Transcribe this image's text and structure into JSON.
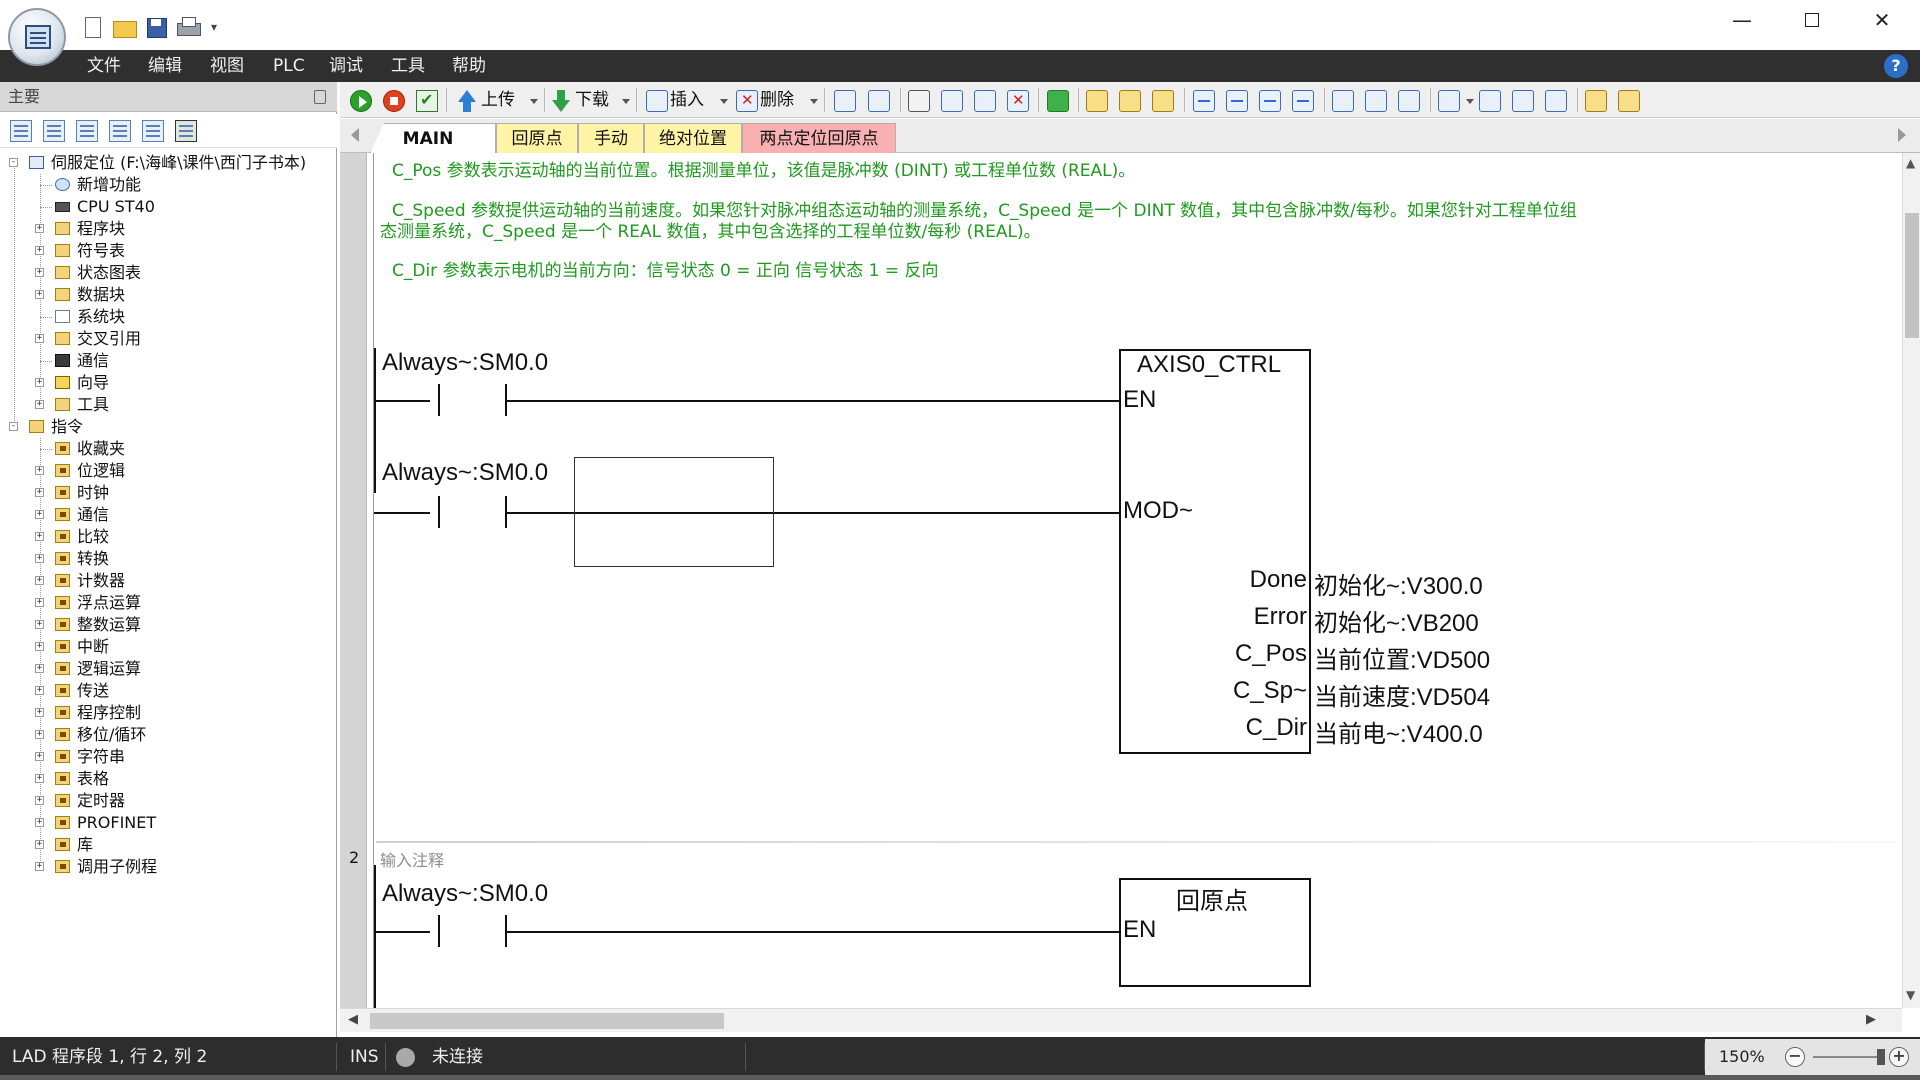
{
  "menu": [
    "文件",
    "编辑",
    "视图",
    "PLC",
    "调试",
    "工具",
    "帮助"
  ],
  "left_panel": {
    "title": "主要",
    "tree": [
      {
        "label": "伺服定位 (F:\\海峰\\课件\\西门子书本)",
        "icon": "project-icon"
      },
      {
        "label": "新增功能",
        "icon": "new-feature-icon"
      },
      {
        "label": "CPU ST40",
        "icon": "cpu-icon"
      },
      {
        "label": "程序块",
        "icon": "folder-icon"
      },
      {
        "label": "符号表",
        "icon": "folder-icon"
      },
      {
        "label": "状态图表",
        "icon": "folder-icon"
      },
      {
        "label": "数据块",
        "icon": "folder-icon"
      },
      {
        "label": "系统块",
        "icon": "document-icon"
      },
      {
        "label": "交叉引用",
        "icon": "folder-icon"
      },
      {
        "label": "通信",
        "icon": "communication-icon"
      },
      {
        "label": "向导",
        "icon": "wizard-icon"
      },
      {
        "label": "工具",
        "icon": "folder-icon"
      },
      {
        "label": "指令",
        "icon": "folder-icon"
      },
      {
        "label": "收藏夹",
        "icon": "instruction-folder-icon"
      },
      {
        "label": "位逻辑",
        "icon": "instruction-folder-icon"
      },
      {
        "label": "时钟",
        "icon": "instruction-folder-icon"
      },
      {
        "label": "通信",
        "icon": "instruction-folder-icon"
      },
      {
        "label": "比较",
        "icon": "instruction-folder-icon"
      },
      {
        "label": "转换",
        "icon": "instruction-folder-icon"
      },
      {
        "label": "计数器",
        "icon": "instruction-folder-icon"
      },
      {
        "label": "浮点运算",
        "icon": "instruction-folder-icon"
      },
      {
        "label": "整数运算",
        "icon": "instruction-folder-icon"
      },
      {
        "label": "中断",
        "icon": "instruction-folder-icon"
      },
      {
        "label": "逻辑运算",
        "icon": "instruction-folder-icon"
      },
      {
        "label": "传送",
        "icon": "instruction-folder-icon"
      },
      {
        "label": "程序控制",
        "icon": "instruction-folder-icon"
      },
      {
        "label": "移位/循环",
        "icon": "instruction-folder-icon"
      },
      {
        "label": "字符串",
        "icon": "instruction-folder-icon"
      },
      {
        "label": "表格",
        "icon": "instruction-folder-icon"
      },
      {
        "label": "定时器",
        "icon": "instruction-folder-icon"
      },
      {
        "label": "PROFINET",
        "icon": "instruction-folder-icon"
      },
      {
        "label": "库",
        "icon": "instruction-folder-icon"
      },
      {
        "label": "调用子例程",
        "icon": "instruction-folder-icon"
      }
    ]
  },
  "toolbar": {
    "upload": "上传",
    "download": "下载",
    "insert": "插入",
    "delete": "删除"
  },
  "tabs": [
    "MAIN",
    "回原点",
    "手动",
    "绝对位置",
    "两点定位回原点"
  ],
  "editor": {
    "comments": [
      "C_Pos 参数表示运动轴的当前位置。根据测量单位，该值是脉冲数 (DINT) 或工程单位数 (REAL)。",
      "C_Speed 参数提供运动轴的当前速度。如果您针对脉冲组态运动轴的测量系统，C_Speed 是一个 DINT 数值，其中包含脉冲数/每秒。如果您针对工程单位组",
      "态测量系统，C_Speed 是一个 REAL 数值，其中包含选择的工程单位数/每秒 (REAL)。",
      "C_Dir 参数表示电机的当前方向：信号状态 0 = 正向   信号状态 1 = 反向"
    ],
    "network1": {
      "contact1": "Always~:SM0.0",
      "contact2": "Always~:SM0.0",
      "block_name": "AXIS0_CTRL",
      "inputs": [
        "EN",
        "MOD~"
      ],
      "outputs": [
        {
          "pin": "Done",
          "value": "初始化~:V300.0"
        },
        {
          "pin": "Error",
          "value": "初始化~:VB200"
        },
        {
          "pin": "C_Pos",
          "value": "当前位置:VD500"
        },
        {
          "pin": "C_Sp~",
          "value": "当前速度:VD504"
        },
        {
          "pin": "C_Dir",
          "value": "当前电~:V400.0"
        }
      ]
    },
    "network2": {
      "number": "2",
      "comment_placeholder": "输入注释",
      "contact": "Always~:SM0.0",
      "block_name": "回原点",
      "input": "EN"
    }
  },
  "status_bar": {
    "position": "LAD 程序段 1, 行 2, 列 2",
    "mode": "INS",
    "connection": "未连接",
    "zoom": "150%"
  }
}
